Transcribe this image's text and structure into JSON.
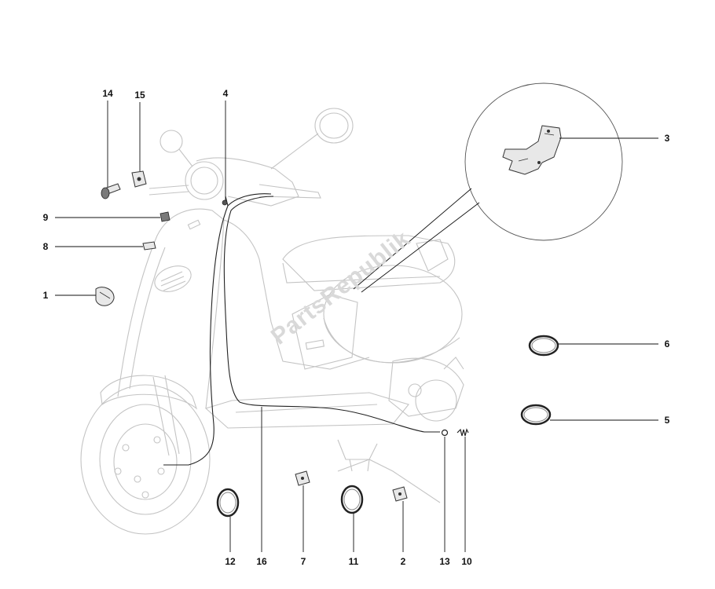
{
  "watermark": "PartsRepublik",
  "callouts": {
    "c1": "1",
    "c2": "2",
    "c3": "3",
    "c4": "4",
    "c5": "5",
    "c6": "6",
    "c7": "7",
    "c8": "8",
    "c9": "9",
    "c10": "10",
    "c11": "11",
    "c12": "12",
    "c13": "13",
    "c14": "14",
    "c15": "15",
    "c16": "16"
  }
}
